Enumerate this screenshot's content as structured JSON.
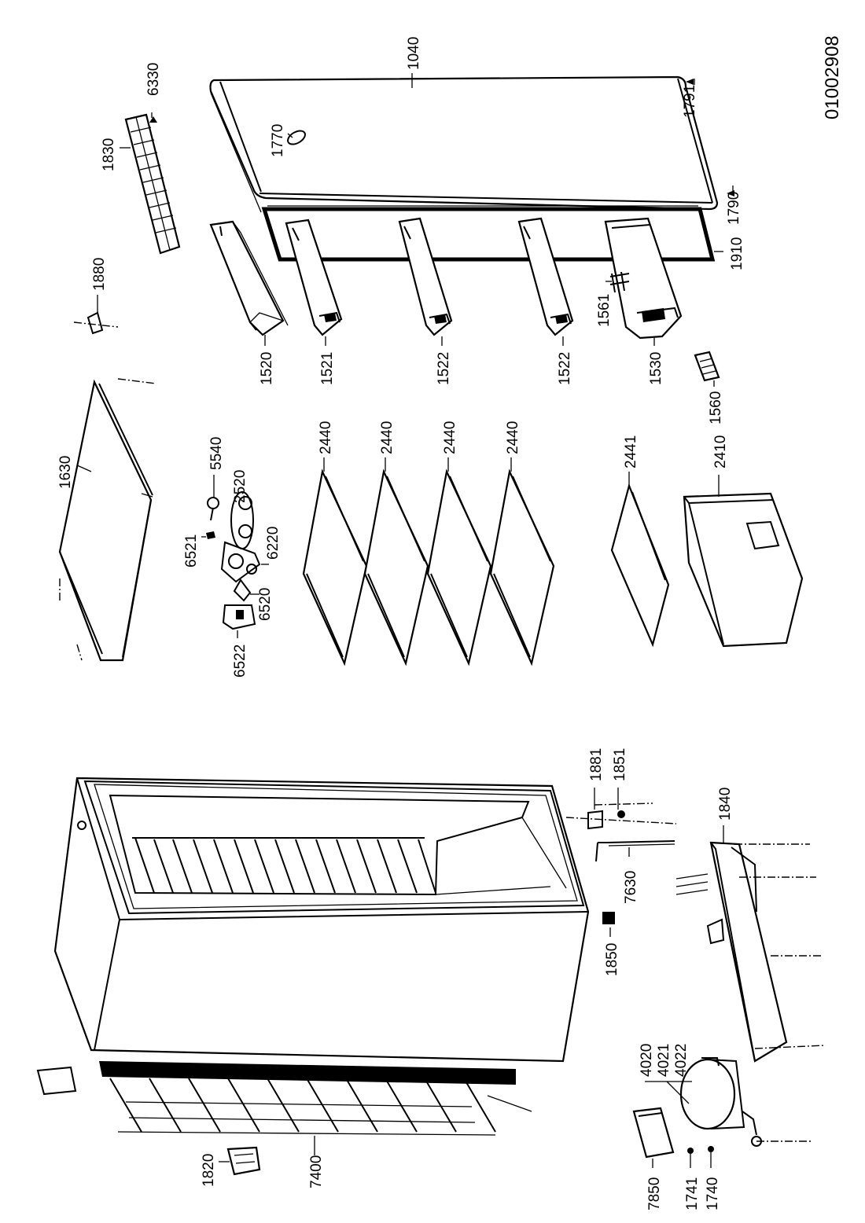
{
  "diagram_id": "01002908",
  "labels": {
    "l1040": "1040",
    "l1791": "1791",
    "l1770": "1770",
    "l1790": "1790",
    "l1910": "1910",
    "l6330": "6330",
    "l1830": "1830",
    "l1880": "1880",
    "l1520": "1520",
    "l1521": "1521",
    "l1522a": "1522",
    "l1522b": "1522",
    "l1561": "1561",
    "l1530": "1530",
    "l1560": "1560",
    "l1630": "1630",
    "l5540": "5540",
    "l2520": "2520",
    "l6521": "6521",
    "l6220": "6220",
    "l6520": "6520",
    "l6522": "6522",
    "l2440a": "2440",
    "l2440b": "2440",
    "l2440c": "2440",
    "l2440d": "2440",
    "l2441": "2441",
    "l2410": "2410",
    "l1881": "1881",
    "l1851": "1851",
    "l1840": "1840",
    "l7630": "7630",
    "l1850": "1850",
    "l4020": "4020",
    "l4021": "4021",
    "l4022": "4022",
    "l7850": "7850",
    "l1741": "1741",
    "l1740": "1740",
    "l1820": "1820",
    "l7400": "7400"
  }
}
